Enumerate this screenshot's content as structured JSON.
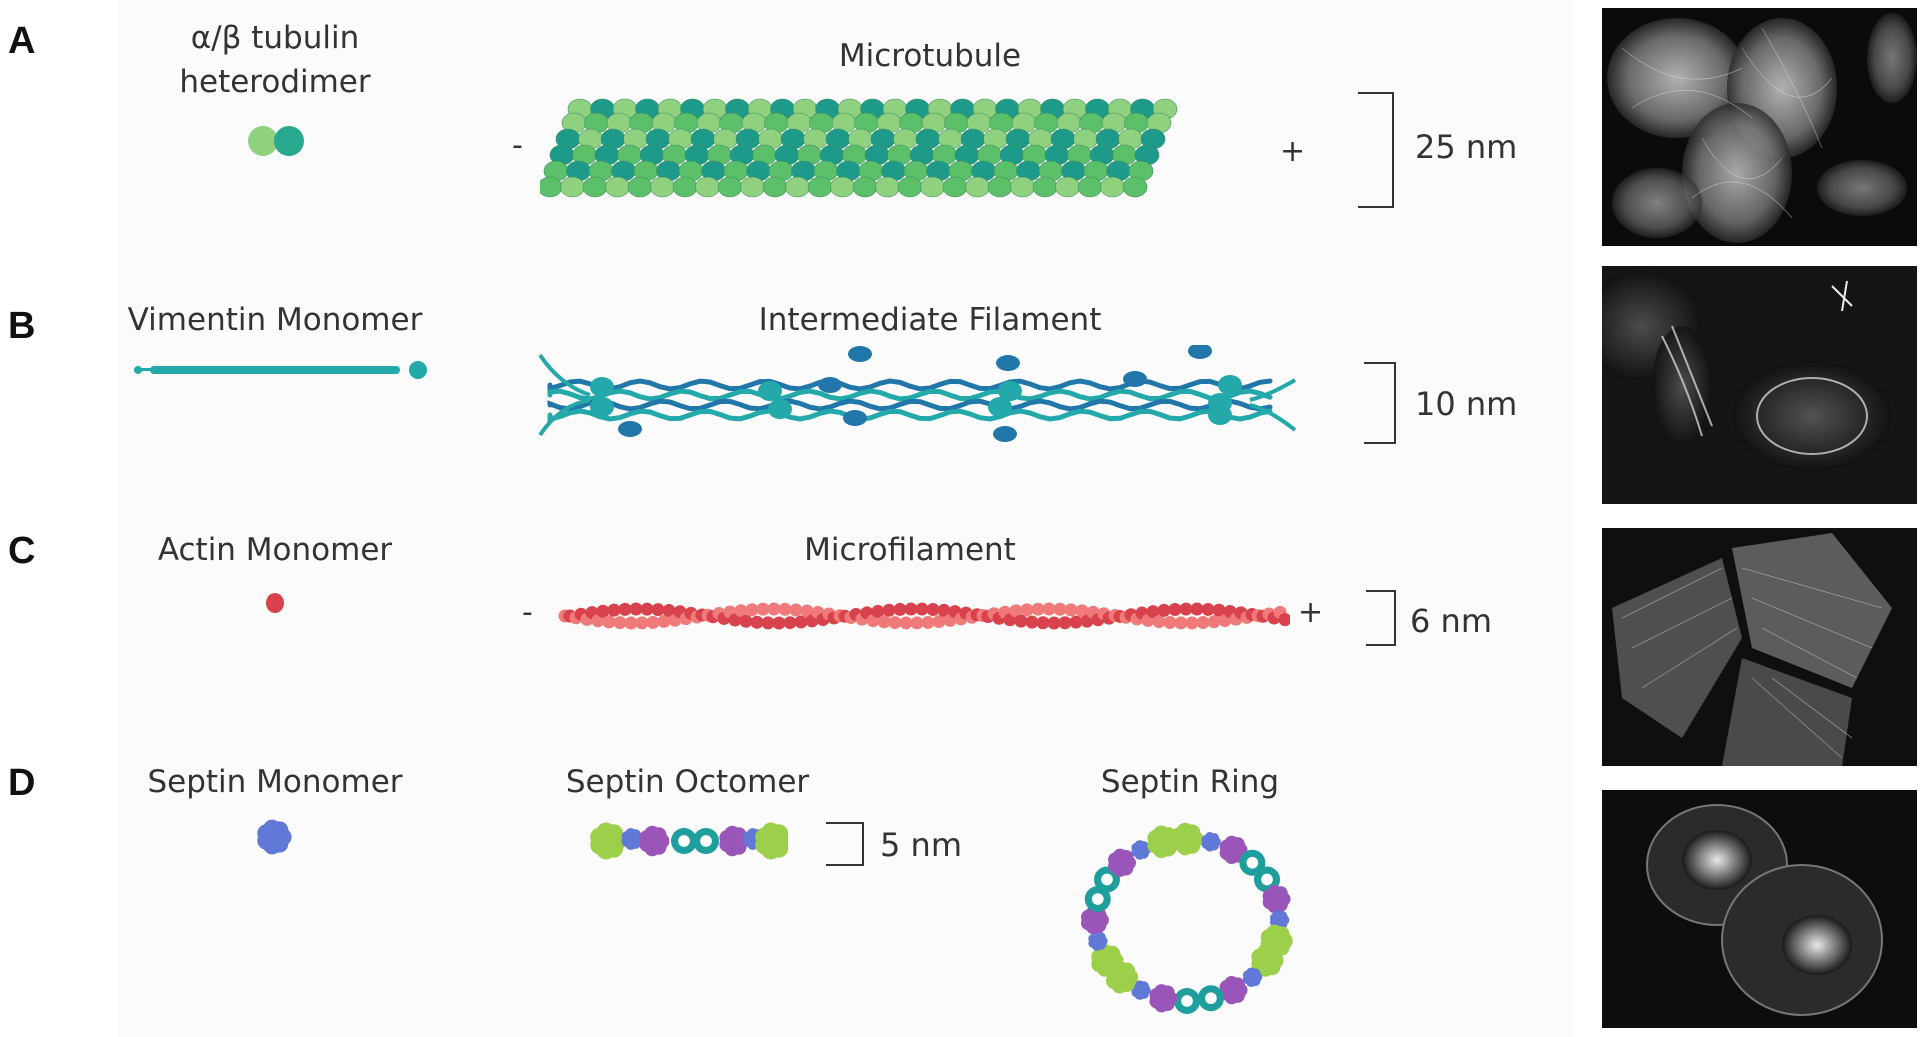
{
  "panels": {
    "A": {
      "letter": "A",
      "monomer_label": "α/β tubulin heterodimer",
      "monomer_line1": "α/β tubulin",
      "monomer_line2": "heterodimer",
      "polymer_label": "Microtubule",
      "minus": "-",
      "plus": "+",
      "scale": "25 nm",
      "colors": {
        "light": "#8fd17f",
        "mid": "#5cbf6a",
        "dark": "#1e9a8a"
      }
    },
    "B": {
      "letter": "B",
      "monomer_label": "Vimentin Monomer",
      "polymer_label": "Intermediate Filament",
      "scale": "10 nm",
      "colors": {
        "teal": "#23a9a9",
        "blue": "#2277aa"
      }
    },
    "C": {
      "letter": "C",
      "monomer_label": "Actin Monomer",
      "polymer_label": "Microfilament",
      "minus": "-",
      "plus": "+",
      "scale": "6 nm",
      "colors": {
        "dark": "#d8424c",
        "light": "#f07a7a"
      }
    },
    "D": {
      "letter": "D",
      "monomer_label": "Septin Monomer",
      "octomer_label": "Septin Octomer",
      "ring_label": "Septin Ring",
      "scale": "5 nm",
      "colors": {
        "green": "#9ccf4a",
        "blue": "#6079d6",
        "purple": "#9a55b8",
        "teal": "#1f9e9e"
      }
    }
  },
  "micrographs": [
    "microtubule-micrograph",
    "intermediate-filament-micrograph",
    "actin-micrograph",
    "septin-micrograph"
  ]
}
